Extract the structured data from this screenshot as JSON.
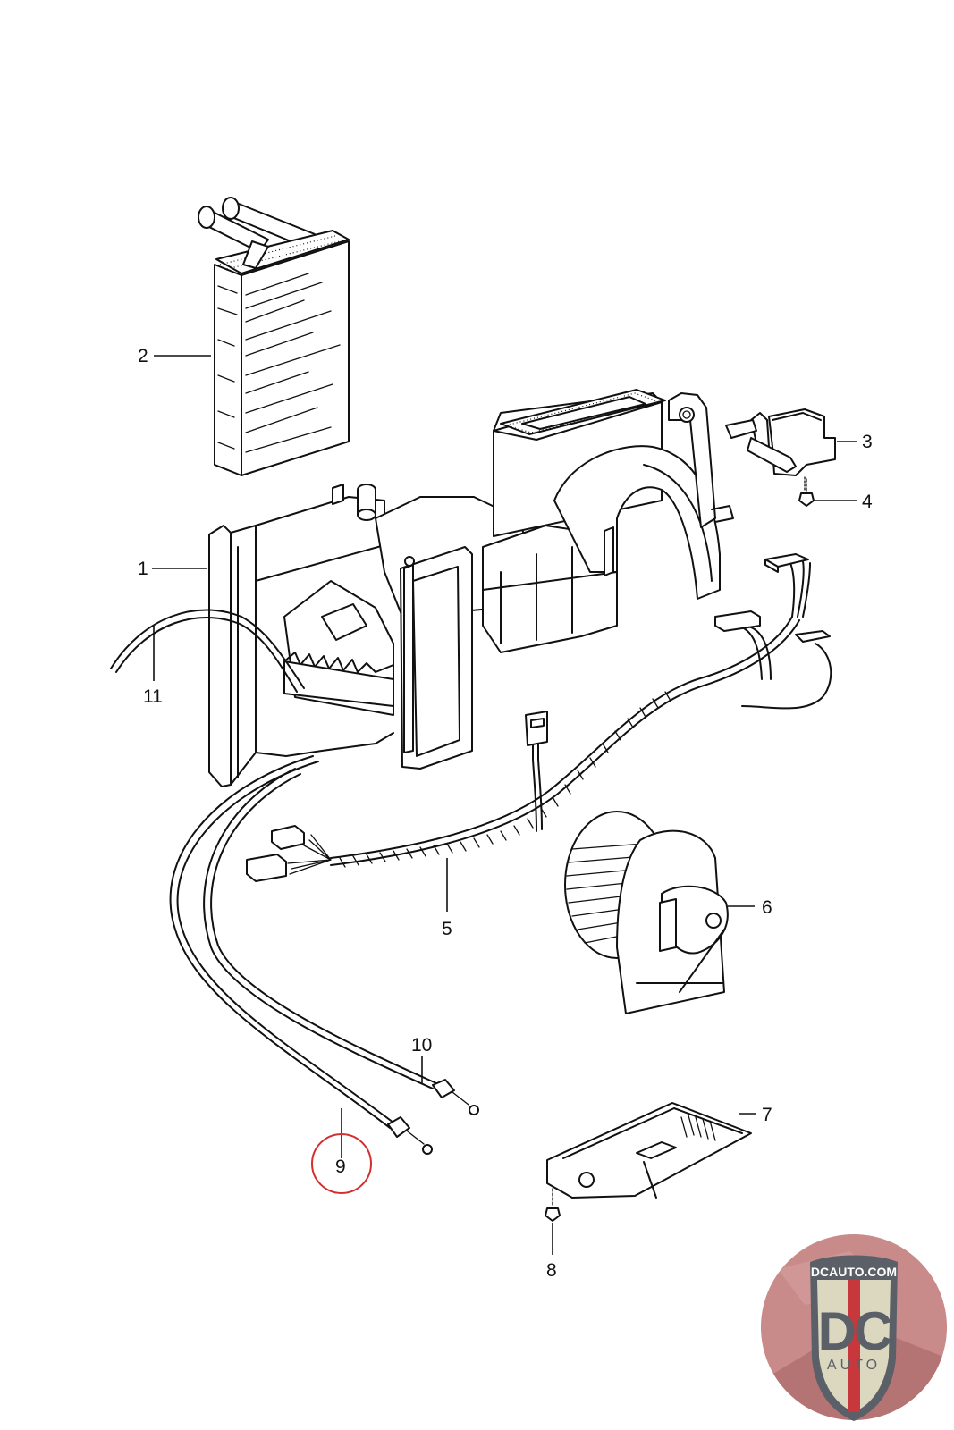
{
  "diagram": {
    "title": "Heater / blower housing assembly exploded view",
    "callouts": [
      {
        "id": "1",
        "label": "1",
        "part": "heater housing"
      },
      {
        "id": "2",
        "label": "2",
        "part": "heater core"
      },
      {
        "id": "3",
        "label": "3",
        "part": "servo motor"
      },
      {
        "id": "4",
        "label": "4",
        "part": "screw"
      },
      {
        "id": "5",
        "label": "5",
        "part": "wiring harness"
      },
      {
        "id": "6",
        "label": "6",
        "part": "blower motor"
      },
      {
        "id": "7",
        "label": "7",
        "part": "cover"
      },
      {
        "id": "8",
        "label": "8",
        "part": "screw"
      },
      {
        "id": "9",
        "label": "9",
        "part": "cable"
      },
      {
        "id": "10",
        "label": "10",
        "part": "cable"
      },
      {
        "id": "11",
        "label": "11",
        "part": "cable"
      }
    ],
    "highlighted_callout": "9",
    "highlight_color": "#d32f2f"
  },
  "logo": {
    "site": "DCAUTO.COM",
    "mark": "DC",
    "sub": "AUTO",
    "colors": {
      "background": "#c98a8a",
      "shield": "#dcd8c0",
      "letters": "#5b6068",
      "stripe": "#c8373b",
      "banner": "#5b6068"
    }
  }
}
